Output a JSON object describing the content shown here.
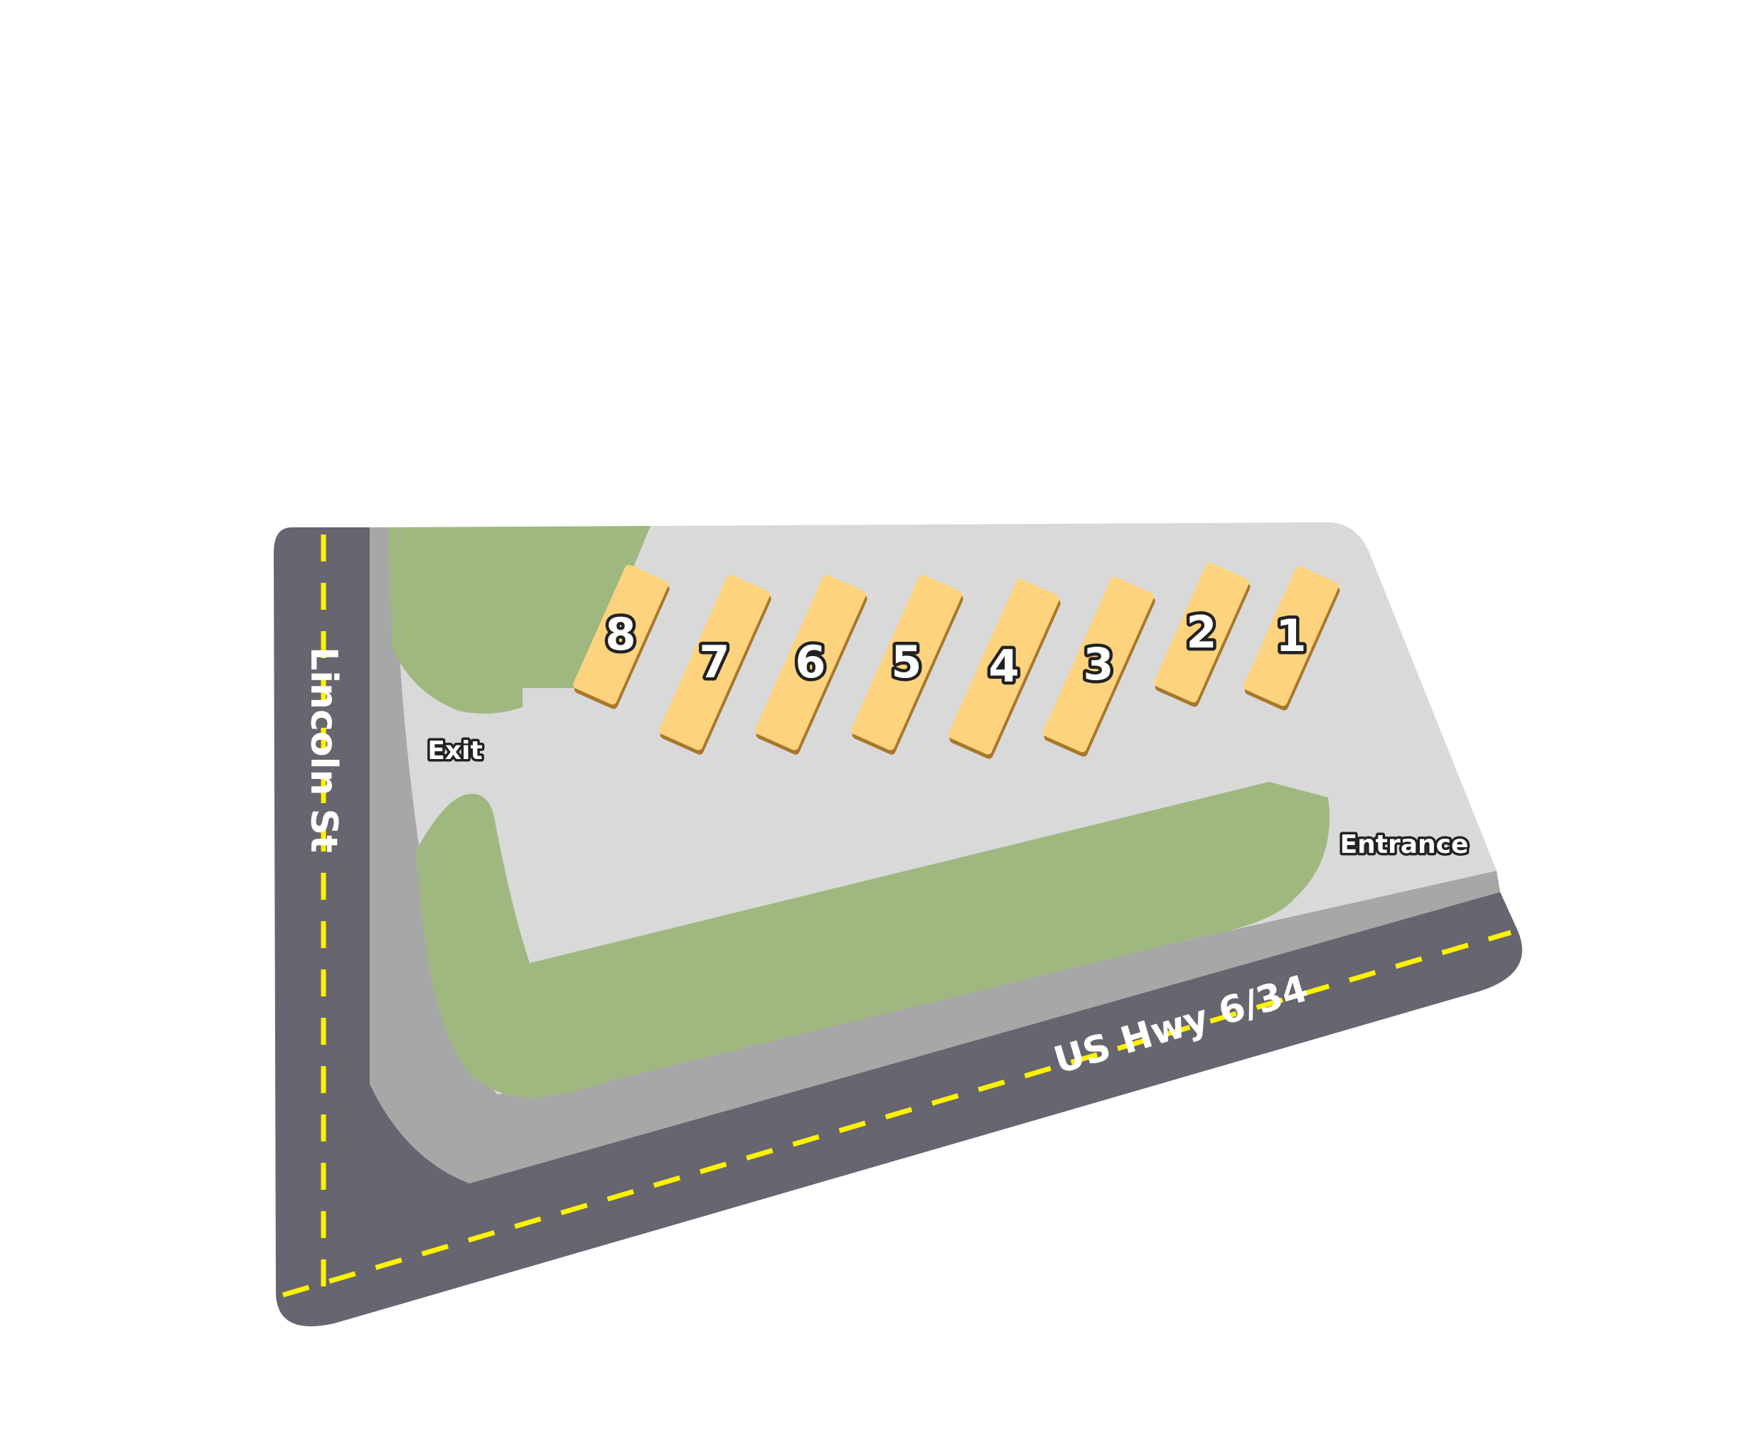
{
  "map": {
    "roads": {
      "vertical_name": "Lincoln St",
      "diagonal_name": "US Hwy 6/34"
    },
    "labels": {
      "exit": "Exit",
      "entrance": "Entrance"
    },
    "stalls": [
      "1",
      "2",
      "3",
      "4",
      "5",
      "6",
      "7",
      "8"
    ],
    "colors": {
      "road": "#67656f",
      "road_centerline": "#fff200",
      "sidewalk": "#a7a7a7",
      "lot_pavement": "#d9d9d9",
      "grass": "#9fb87f",
      "stall_fill": "#fed37e",
      "stall_edge": "#a7782c"
    }
  }
}
